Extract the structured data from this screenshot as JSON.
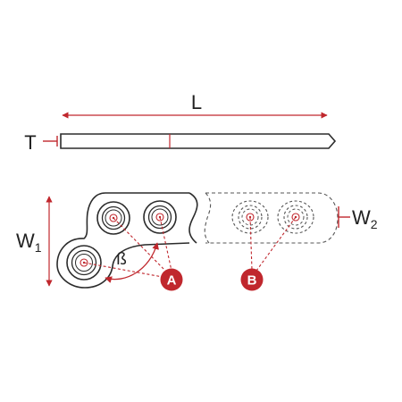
{
  "labels": {
    "length": "L",
    "thickness": "T",
    "width1_main": "W",
    "width1_sub": "1",
    "width2_main": "W",
    "width2_sub": "2",
    "angle": "ß"
  },
  "markers": {
    "a": "A",
    "b": "B"
  },
  "colors": {
    "dimension_red": "#c0272d",
    "outline": "#2b2b2b"
  }
}
